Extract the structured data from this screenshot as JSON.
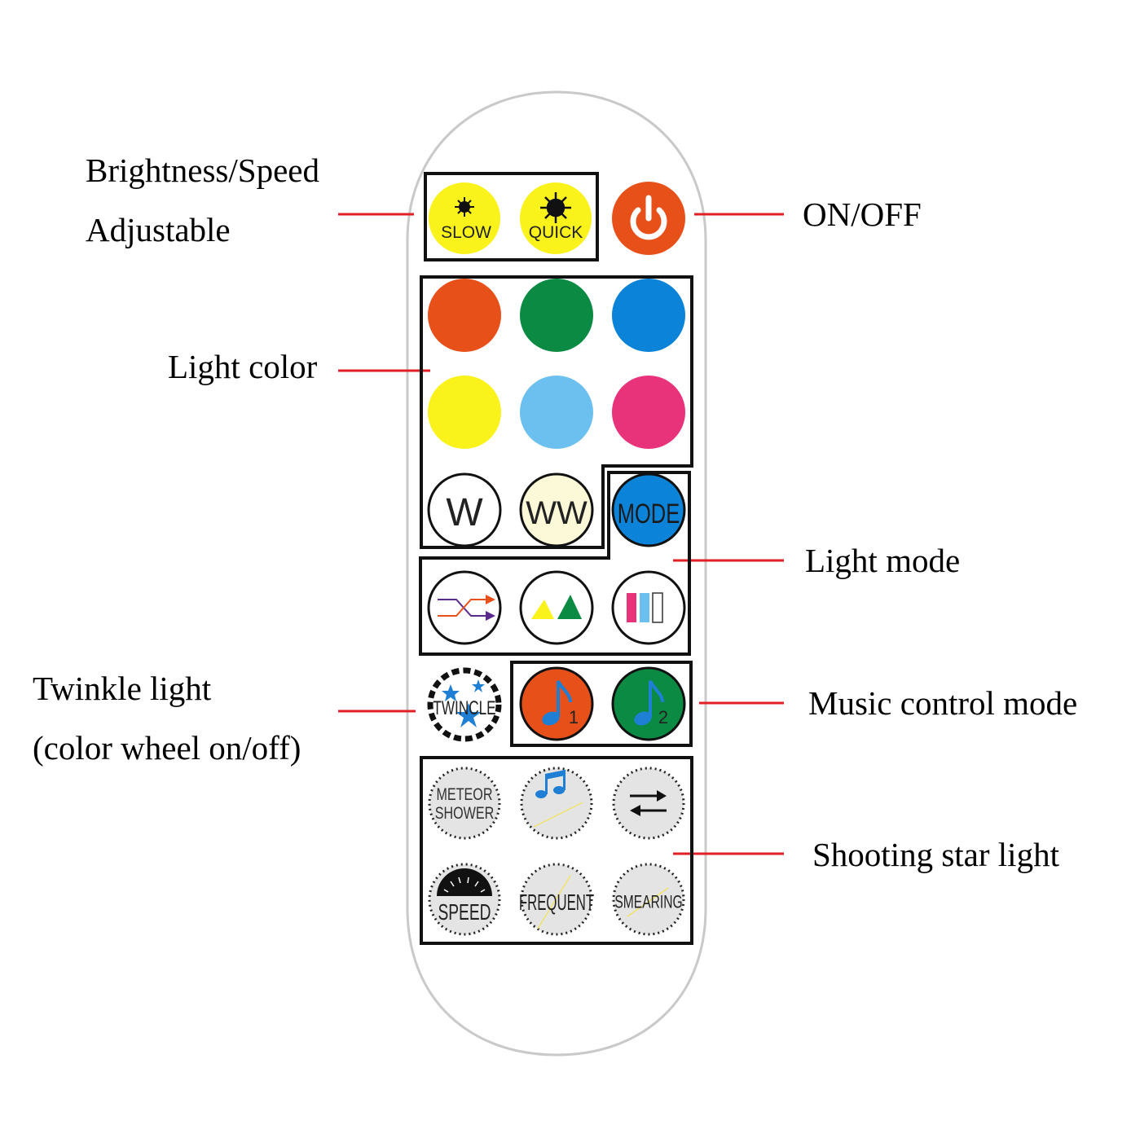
{
  "annotations": {
    "brightness_line1": "Brightness/Speed",
    "brightness_line2": "Adjustable",
    "onoff": "ON/OFF",
    "light_color": "Light color",
    "light_mode": "Light mode",
    "twinkle_line1": "Twinkle light",
    "twinkle_line2": "(color wheel on/off)",
    "music_control": "Music control mode",
    "shooting_star": "Shooting star light"
  },
  "buttons": {
    "slow": "SLOW",
    "quick": "QUICK",
    "white": "W",
    "warm_white": "WW",
    "mode": "MODE",
    "twinkle": "TWINCLE",
    "music1": "1",
    "music2": "2",
    "meteor_line1": "METEOR",
    "meteor_line2": "SHOWER",
    "speed": "SPEED",
    "frequent": "FREQUENT",
    "smearing": "SMEARING"
  },
  "colors": {
    "red": "#e8501a",
    "green": "#0b8a44",
    "blue": "#0a83d8",
    "yellow": "#f9f21b",
    "light_blue": "#6cc0f0",
    "pink": "#e8327a",
    "warm_white": "#fbf9d8",
    "leader_line": "#e21f26",
    "dotted_button": "#e4e4e4"
  }
}
